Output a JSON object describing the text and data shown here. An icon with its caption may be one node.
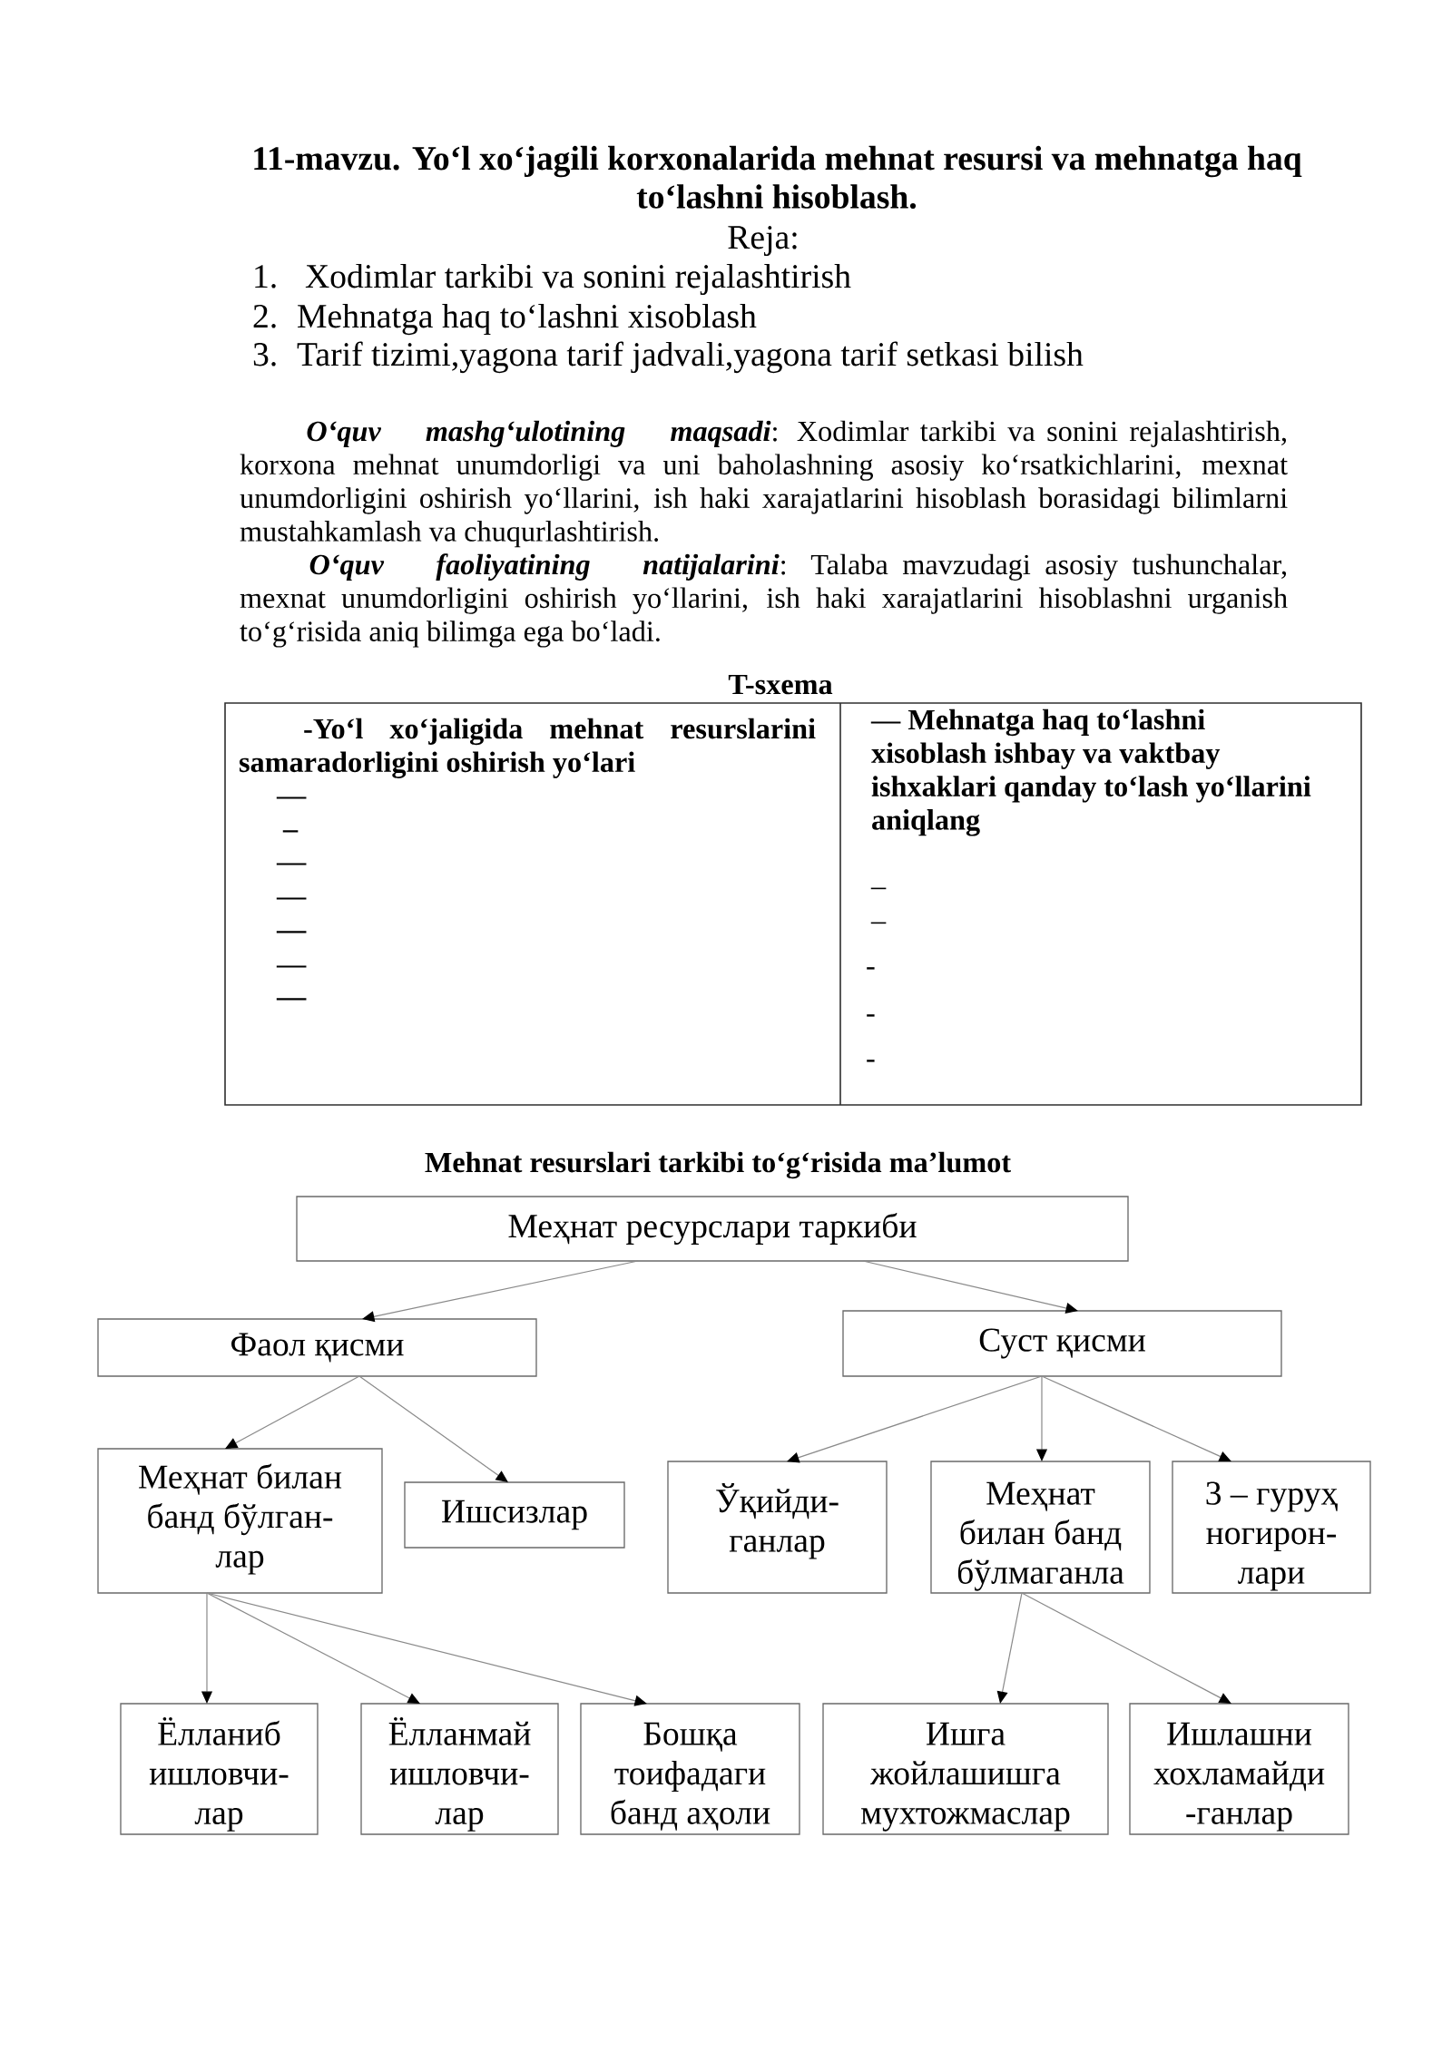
{
  "diagram": {
    "title": "11-mavzu. Yo‘l xo‘jagili korxonalarida mehnat resursi va mehnatga haq to‘lashni hisoblash.",
    "nodes": [
      {
        "text": [
          "Меҳнат ресурслари таркиби"
        ]
      },
      {
        "text": [
          "Фаол қисми"
        ]
      },
      {
        "text": [
          "Суст қисми"
        ]
      },
      {
        "text": [
          "Меҳнат билан банд бўлган- лар"
        ]
      },
      {
        "text": [
          "Ишсизлар"
        ]
      },
      {
        "text": [
          "Ўқийди- ганлар"
        ]
      },
      {
        "text": [
          "Меҳнат билан банд бўлмаганла"
        ]
      },
      {
        "text": [
          "3 – гуруҳ ногирон- лари"
        ]
      },
      {
        "text": [
          "Ёлланиб ишловчи- лар"
        ]
      },
      {
        "text": [
          "Ёлланмай ишловчи- лар"
        ]
      },
      {
        "text": [
          "Бошқа тоифадаги банд аҳоли"
        ]
      },
      {
        "text": [
          "Ишга жойлашишга мухтожмаслар"
        ]
      },
      {
        "text": [
          "Ишлашни хохламайди -ганлар"
        ]
      }
    ],
    "edges": [
      {
        "from": 0,
        "to": 1,
        "arrow": "to"
      },
      {
        "from": 0,
        "to": 2,
        "arrow": "to"
      },
      {
        "from": 1,
        "to": 3,
        "arrow": "to"
      },
      {
        "from": 1,
        "to": 4,
        "arrow": "to"
      },
      {
        "from": 2,
        "to": 5,
        "arrow": "to"
      },
      {
        "from": 2,
        "to": 6,
        "arrow": "to"
      },
      {
        "from": 2,
        "to": 7,
        "arrow": "to"
      },
      {
        "from": 3,
        "to": 8,
        "arrow": "to"
      },
      {
        "from": 3,
        "to": 9,
        "arrow": "to"
      },
      {
        "from": 3,
        "to": 10,
        "arrow": "to"
      },
      {
        "from": 6,
        "to": 11,
        "arrow": "to"
      },
      {
        "from": 6,
        "to": 12,
        "arrow": "to"
      }
    ],
    "labels": [
      "Reja:",
      "1.",
      "Xodimlar tarkibi va sonini rejalashtirish",
      "2.",
      "Mehnatga haq to‘lashni xisoblash",
      "3.",
      "Tarif tizimi,yagona tarif jadvali,yagona tarif setkasi bilish",
      "**Oʻquv mashgʻulotining maqsadi**: Xodimlar tarkibi va sonini rejalashtirish, korxona mehnat unumdorligi va uni baholashning asosiy ko‘rsatkichlarini, mexnat unumdorligini oshirish yo‘llarini, ish haki xarajatlarini hisoblash borasidagi bilimlarni mustahkamlash va chuqurlashtirish.",
      "**Oʻquv faoliyatining natijalarini**: Talaba mavzudagi asosiy tushunchalar, mexnat unumdorligini oshirish yo‘llarini, ish haki xarajatlarini hisoblashni urganish toʻgʻrisida aniq bilimga ega boʻladi.",
      "T-sxema",
      "-Yo‘l xo‘jaligida mehnat resurslarini samaradorligini oshirish yo‘lari",
      "—",
      "_",
      "—",
      "—",
      "—",
      "—",
      "—",
      "— Mehnatga haq to‘lashni xisoblash ishbay va vaktbay ishxaklari qanday to‘lash yo‘llarini aniqlang",
      "_",
      "_",
      "-",
      "-",
      "-",
      "Mehnat resurslari tarkibi to‘g‘risida ma’lumot"
    ]
  }
}
